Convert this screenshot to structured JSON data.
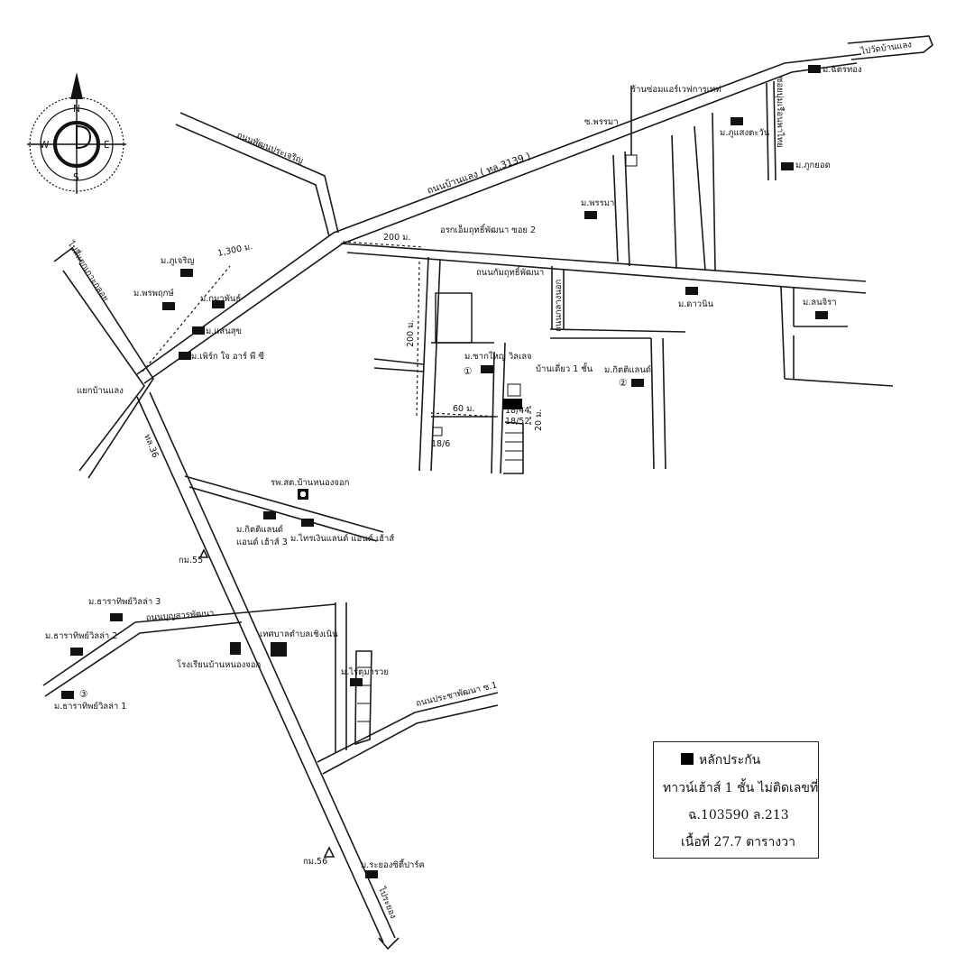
{
  "compass": {
    "n": "N",
    "s": "S",
    "e": "E",
    "w": "W"
  },
  "roads": {
    "r3139": "ถนนบ้านแลง ( ทล.3139 )",
    "r_pattanaprachareun": "ถนนพัฒนประเจริญ",
    "r_ketuthiphatthana": "ถนนกัมถุทธิ์พัฒนา",
    "r_klang": "ถนนกลางนอก",
    "r36": "ทล.36",
    "r_bunyasan": "ถนนบุญสารพัฒนา",
    "r_prachaphattana": "ถนนประชาพัฒนา ซ.1",
    "to_banlang": "ไปวัดบ้านแลง",
    "to_koh": "ไปสี่แยกเกาะกลอย",
    "to_pratung": "ไประยอง",
    "junction": "แยกบ้านแลง",
    "soi2": "อรกเอ็มถุทธิ์พัฒนา ซอย 2",
    "jor_soi": "ซอยบุ่มเรือนพาไทย"
  },
  "distances": {
    "d1300": "1,300 ม.",
    "d200a": "200 ม.",
    "d200b": "200 ม.",
    "d60": "60 ม.",
    "d20": "20 ม."
  },
  "places": {
    "shop": "ร้านซ่อมแอร์เวฟการเทท่",
    "phrama_shop": "ซ.พรรมา",
    "m_phrama": "ม.พรรมา",
    "m_jakrathong": "ม.ฉัตรทอง",
    "m_phusaeng": "ม.ภูแสงตะวัน",
    "m_phukoet": "ม.ภูกยอด",
    "m_kaeoprasert": "ม.ภูเจริญ",
    "m_phrapruk": "ม.พรพฤกษ์",
    "m_mattaphan": "ม.กมาพันธ์",
    "m_saensuk": "ม.แสนสุข",
    "m_perfect": "ม.เพิร์ก ใจ อาร์ พี ซี",
    "m_cowin": "ม.ดาวนิน",
    "m_siri": "ม.ลนจิรา",
    "m_bangyai": "ม.ซากใหญ่ วิลเลจ",
    "house1": "บ้านเดี่ยว 1 ชั้น",
    "m_kittiland": "ม.กิตติแลนด์",
    "plot_a": "18/44",
    "plot_b": "18/52",
    "plot_c": "18/6",
    "hospital": "รพ.สต.บ้านหนองจอก",
    "m_kittiland3a": "ม.กิตติแลนด์",
    "m_kittiland3b": "แอนด์ เฮ้าส์ 3",
    "m_thai": "ม.ไทรเงินแลนด์ แอนด์ เฮ้าส์",
    "km55": "กม.55",
    "m_tharathip3": "ม.ธาราทิพย์วิลล่า 3",
    "m_tharathip2": "ม.ธาราทิพย์วิลล่า 2",
    "m_tharathip1": "ม.ธาราทิพย์วิลล่า 1",
    "school": "โรงเรียนบ้านหนองจอก",
    "tambon": "เทศบาลตำบลเชิงเนิน",
    "m_rich": "ม.ไร่ตุมารวย",
    "km56": "กม.56",
    "m_rayong": "ม.ระยองซิตี้ปาร์ค",
    "n1": "①",
    "n2": "②",
    "n3": "③"
  },
  "legend": {
    "title": "หลักประกัน",
    "line1": "ทาวน์เฮ้าส์ 1 ชั้น ไม่ติดเลขที่",
    "line2": "ฉ.103590 ล.213",
    "line3": "เนื้อที่ 27.7 ตารางวา"
  }
}
